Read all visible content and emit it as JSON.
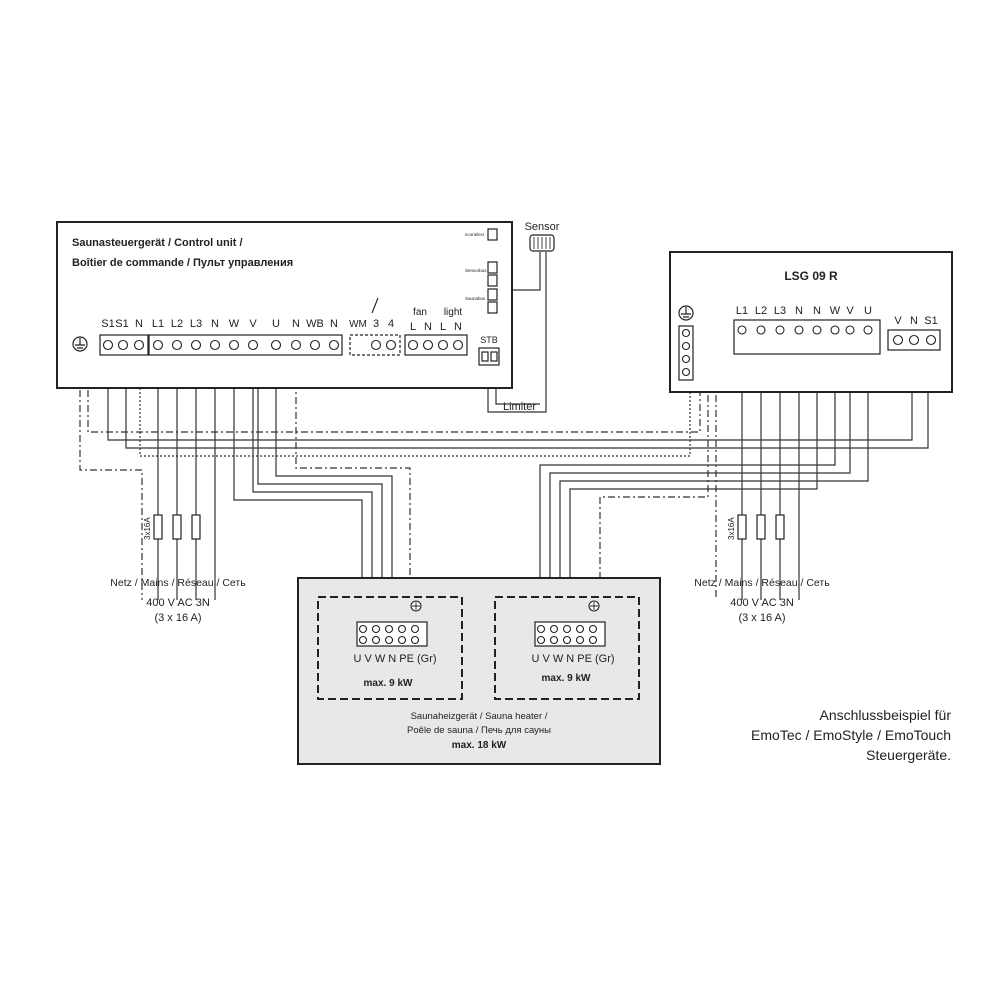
{
  "control_unit": {
    "title_line1": "Saunasteuergerät / Control unit /",
    "title_line2": "Boîtier de commande / Пульт управления",
    "terminals_a": [
      "S1",
      "S1",
      "N"
    ],
    "terminals_b": [
      "L1",
      "L2",
      "L3",
      "N",
      "W",
      "V",
      "U",
      "N",
      "WB",
      "N"
    ],
    "wm_label": "WM",
    "wm_terminals": [
      "3",
      "4"
    ],
    "fan_label": "fan",
    "light_label": "light",
    "fan_light_terminals": [
      "L",
      "N",
      "L",
      "N"
    ],
    "stb_label": "STB",
    "limiter_label": "Limiter",
    "side_labels": [
      "econelect",
      "Sensorbus",
      "Saunabus"
    ]
  },
  "sensor": {
    "label": "Sensor"
  },
  "lsg": {
    "title": "LSG 09 R",
    "terminals": [
      "L1",
      "L2",
      "L3",
      "N",
      "N",
      "W",
      "V",
      "U"
    ],
    "terminals_right": [
      "V",
      "N",
      "S1"
    ]
  },
  "mains_left": {
    "fuse": "3x16A",
    "label": "Netz / Mains / Réseau / Сеть",
    "voltage": "400 V AC 3N",
    "current": "(3 x 16 A)"
  },
  "mains_right": {
    "fuse": "3x16A",
    "label": "Netz / Mains / Réseau / Сеть",
    "voltage": "400 V AC 3N",
    "current": "(3 x 16 A)"
  },
  "heater": {
    "terminal_labels": "U V W N PE (Gr)",
    "left_power": "max. 9 kW",
    "right_power": "max. 9 kW",
    "label_line1": "Saunaheizgerät / Sauna heater /",
    "label_line2": "Poêle de sauna / Печь для сауны",
    "label_line3": "max. 18 kW"
  },
  "caption": {
    "line1": "Anschlussbeispiel für",
    "line2": "EmoTec / EmoStyle / EmoTouch",
    "line3": "Steuergeräte."
  },
  "colors": {
    "heater_fill": "#e8e8e8",
    "line": "#333333"
  }
}
